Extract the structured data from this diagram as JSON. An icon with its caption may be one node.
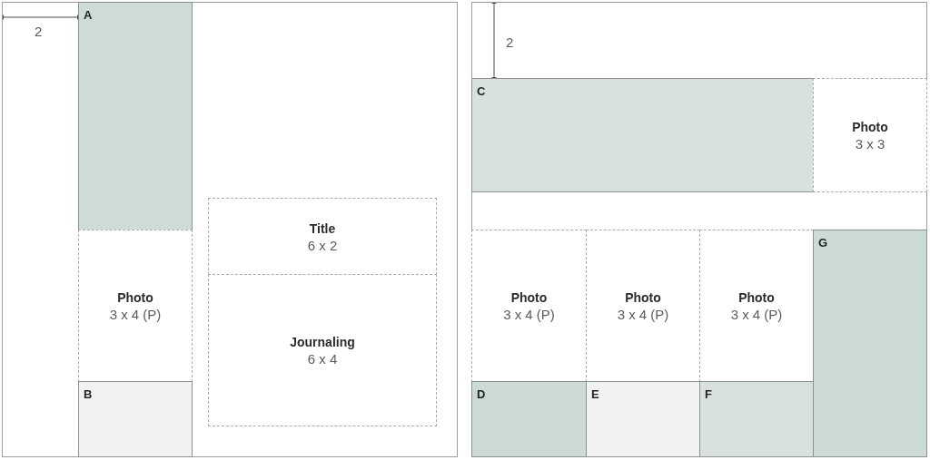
{
  "diagram": {
    "nodes": [
      {
        "text": [],
        "shape": "box"
      },
      {
        "text": [
          "A"
        ],
        "in": 0
      },
      {
        "text": [
          "Photo",
          "3 x 4 (P)"
        ],
        "in": 0
      },
      {
        "text": [
          "Title",
          "6 x 2"
        ],
        "in": 0
      },
      {
        "text": [
          "Journaling",
          "6 x 4"
        ],
        "in": 0
      },
      {
        "text": [
          "B"
        ],
        "in": 0
      },
      {
        "text": [],
        "shape": "box"
      },
      {
        "text": [
          "C"
        ],
        "in": 6
      },
      {
        "text": [
          "Photo",
          "3 x 3"
        ],
        "in": 6
      },
      {
        "text": [
          "Photo",
          "3 x 4 (P)"
        ],
        "in": 6
      },
      {
        "text": [
          "Photo",
          "3 x 4 (P)"
        ],
        "in": 6
      },
      {
        "text": [
          "Photo",
          "3 x 4 (P)"
        ],
        "in": 6
      },
      {
        "text": [
          "G"
        ],
        "in": 6
      },
      {
        "text": [
          "D"
        ],
        "in": 6
      },
      {
        "text": [
          "E"
        ],
        "in": 6
      },
      {
        "text": [
          "F"
        ],
        "in": 6
      }
    ],
    "labels": [
      "2",
      "2"
    ]
  }
}
